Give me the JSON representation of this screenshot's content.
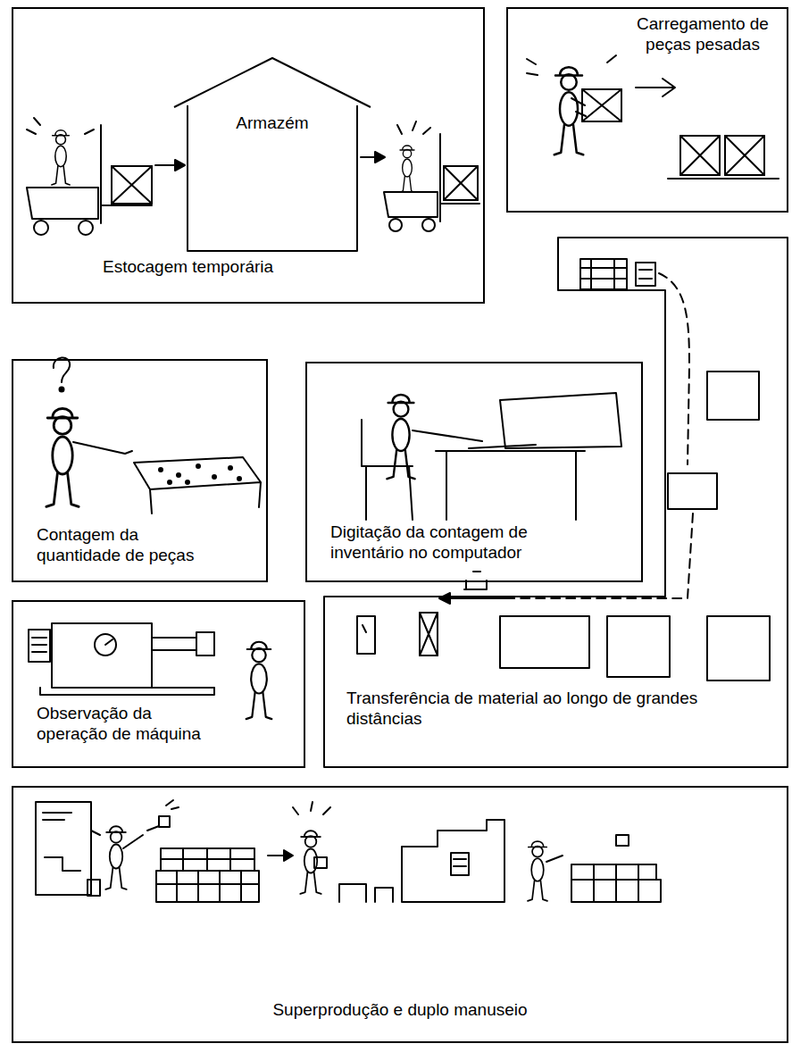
{
  "diagram": {
    "nodes": [
      {
        "text": [
          "Estocagem temporária"
        ]
      },
      {
        "text": [
          "Armazém"
        ],
        "in": 0
      },
      {
        "text": [
          "Carregamento de peças pesadas"
        ]
      },
      {
        "text": [
          "Contagem da quantidade de peças"
        ]
      },
      {
        "text": [
          "Digitação da contagem de inventário no computador"
        ]
      },
      {
        "text": [
          "Observação da operação de máquina"
        ]
      },
      {
        "text": [
          "Transferência de material ao longo de grandes distâncias"
        ]
      },
      {
        "text": [
          "Superprodução e duplo manuseio"
        ]
      }
    ]
  }
}
